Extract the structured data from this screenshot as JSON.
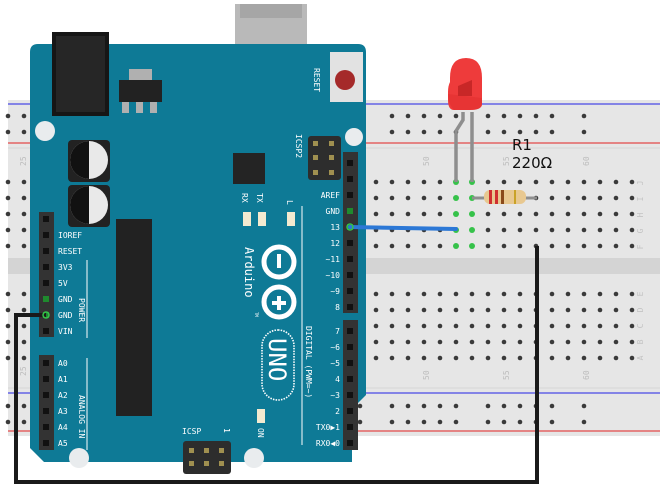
{
  "colors": {
    "board": "#0e7a96",
    "board_edge": "#0b6a84",
    "breadboard": "#e6e6e6",
    "breadboard_divider": "#d4d4d4",
    "hole": "#3a3a3a",
    "hole_active": "#36c24a",
    "rail_blue": "#4a4ae6",
    "rail_red": "#e24a4a",
    "wire_signal": "#2c78d6",
    "wire_ground": "#1a1a1a",
    "led": "#ee3b3b",
    "header": "#3a3a3a"
  },
  "breadboard": {
    "column_labels": [
      "25",
      "50",
      "55",
      "60"
    ],
    "top_rows": [
      "J",
      "I",
      "H",
      "G",
      "F"
    ],
    "bottom_rows": [
      "E",
      "D",
      "C",
      "B",
      "A"
    ]
  },
  "arduino": {
    "brand": "Arduino",
    "trademark": "TM",
    "model": "UNO",
    "reset_label": "RESET",
    "icsp2_label": "ICSP2",
    "icsp_label": "ICSP",
    "icsp_pin1": "1",
    "on_label": "ON",
    "led_labels": {
      "tx": "TX",
      "rx": "RX",
      "l": "L"
    },
    "power_section_label": "POWER",
    "analog_section_label": "ANALOG IN",
    "digital_section_label": "DIGITAL (PWM=~)",
    "power_pins": [
      "",
      "IOREF",
      "RESET",
      "3V3",
      "5V",
      "GND",
      "GND",
      "VIN"
    ],
    "analog_pins": [
      "A0",
      "A1",
      "A2",
      "A3",
      "A4",
      "A5"
    ],
    "digital_pins_upper": [
      "",
      "",
      "AREF",
      "GND",
      "13",
      "12",
      "~11",
      "~10",
      "~9",
      "8"
    ],
    "digital_pins_lower": [
      "7",
      "~6",
      "~5",
      "4",
      "~3",
      "2",
      "TX0▶1",
      "RX0◀0"
    ]
  },
  "components": {
    "resistor": {
      "name": "R1",
      "value": "220Ω"
    },
    "led": {
      "color": "red"
    }
  },
  "wires": [
    {
      "from": "Arduino pin 13",
      "to": "Breadboard row G (LED anode column)",
      "color": "blue"
    },
    {
      "from": "Arduino GND",
      "to": "Breadboard row F (resistor column)",
      "color": "black"
    }
  ]
}
